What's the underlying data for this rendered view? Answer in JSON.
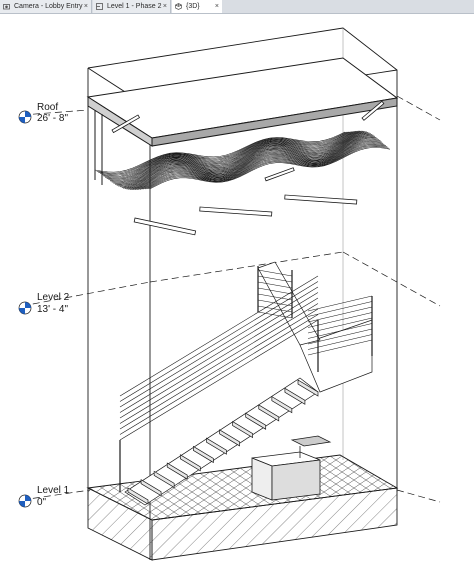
{
  "tabs": [
    {
      "label": "Camera - Lobby Entry",
      "icon": "camera-view-icon",
      "close": "×",
      "active": false
    },
    {
      "label": "Level 1 - Phase 2",
      "icon": "floor-plan-view-icon",
      "close": "×",
      "active": false
    },
    {
      "label": "{3D}",
      "icon": "3d-view-icon",
      "close": "×",
      "active": true
    }
  ],
  "levels": [
    {
      "name": "Roof",
      "elevation": "26' - 8\""
    },
    {
      "name": "Level 2",
      "elevation": "13' - 4\""
    },
    {
      "name": "Level 1",
      "elevation": "0\""
    }
  ],
  "colors": {
    "tab_bar": "#d9dde3",
    "active_tab": "#ffffff",
    "level_marker_blue": "#1f5fbf",
    "line": "#1a1a1a"
  }
}
